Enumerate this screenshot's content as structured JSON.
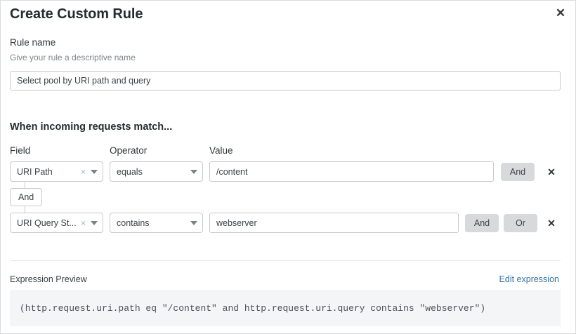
{
  "dialog": {
    "title": "Create Custom Rule",
    "close_icon": "close-icon",
    "close_label": "✕"
  },
  "rule_name": {
    "label": "Rule name",
    "sublabel": "Give your rule a descriptive name",
    "value": "Select pool by URI path and query",
    "placeholder": "Select pool by URI path and query"
  },
  "conditions": {
    "heading": "When incoming requests match...",
    "columns": {
      "field": "Field",
      "operator": "Operator",
      "value": "Value"
    },
    "connector": {
      "label": "And"
    },
    "rows": [
      {
        "field": "URI Path",
        "clear_label": "×",
        "operator": "equals",
        "value": "/content",
        "value_placeholder": "/content",
        "buttons": [
          "And"
        ],
        "delete_label": "✕"
      },
      {
        "field": "URI Query St...",
        "clear_label": "×",
        "operator": "contains",
        "value": "webserver",
        "value_placeholder": "webserver",
        "buttons": [
          "And",
          "Or"
        ],
        "delete_label": "✕"
      }
    ]
  },
  "expression": {
    "label": "Expression Preview",
    "edit_link": "Edit expression",
    "text": "(http.request.uri.path eq \"/content\" and http.request.uri.query contains \"webserver\")"
  },
  "colors": {
    "link": "#3573a5",
    "button_bg": "#d7d9da",
    "border": "#c6cacc",
    "code_bg": "#f4f5f6"
  }
}
